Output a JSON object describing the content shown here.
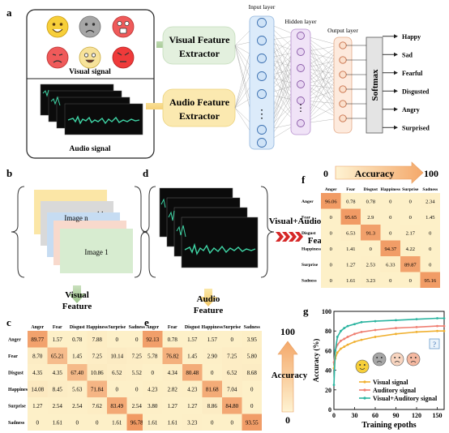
{
  "panels": {
    "a": "a",
    "b": "b",
    "c": "c",
    "d": "d",
    "e": "e",
    "f": "f",
    "g": "g"
  },
  "panel_a": {
    "visual_signal": "Visual signal",
    "audio_signal": "Audio signal",
    "visual_extractor": [
      "Visual Feature",
      "Extractor"
    ],
    "audio_extractor": [
      "Audio Feature",
      "Extractor"
    ],
    "input_layer": "Input layer",
    "hidden_layer": "Hidden layer",
    "output_layer": "Output layer",
    "softmax": "Softmax",
    "outputs": [
      "Happy",
      "Sad",
      "Fearful",
      "Disgusted",
      "Angry",
      "Surprised"
    ],
    "ellipsis": "⋮"
  },
  "panel_b": {
    "image_n": "Image n",
    "image_1": "Image 1",
    "label": [
      "Visual",
      "Feature"
    ]
  },
  "panel_e_label": [
    "Audio",
    "Feature"
  ],
  "fusion": [
    "Visual+Audio",
    "Feature"
  ],
  "accuracy_bar_f": {
    "min": "0",
    "label": "Accuracy",
    "max": "100"
  },
  "accuracy_bar_e": {
    "max": "100",
    "label": "Accuracy",
    "min": "0"
  },
  "confusion_labels": [
    "Anger",
    "Fear",
    "Disgust",
    "Happiness",
    "Surprise",
    "Sadness"
  ],
  "matrix_c": [
    [
      "89.77",
      "1.57",
      "0.78",
      "7.88",
      "0",
      "0"
    ],
    [
      "8.70",
      "65.21",
      "1.45",
      "7.25",
      "10.14",
      "7.25"
    ],
    [
      "4.35",
      "4.35",
      "67.40",
      "10.86",
      "6.52",
      "5.52"
    ],
    [
      "14.08",
      "8.45",
      "5.63",
      "71.84",
      "0",
      "0"
    ],
    [
      "1.27",
      "2.54",
      "2.54",
      "7.62",
      "83.49",
      "2.54"
    ],
    [
      "0",
      "1.61",
      "0",
      "0",
      "1.61",
      "96.78"
    ]
  ],
  "matrix_e": [
    [
      "92.13",
      "0.78",
      "1.57",
      "1.57",
      "0",
      "3.95"
    ],
    [
      "5.78",
      "76.82",
      "1.45",
      "2.90",
      "7.25",
      "5.80"
    ],
    [
      "0",
      "4.34",
      "80.48",
      "0",
      "6.52",
      "8.68"
    ],
    [
      "4.23",
      "2.82",
      "4.23",
      "81.68",
      "7.04",
      "0"
    ],
    [
      "3.80",
      "1.27",
      "1.27",
      "8.86",
      "84.80",
      "0"
    ],
    [
      "1.61",
      "1.61",
      "3.23",
      "0",
      "0",
      "93.55"
    ]
  ],
  "matrix_f": [
    [
      "96.06",
      "0.78",
      "0.78",
      "0",
      "0",
      "2.34"
    ],
    [
      "0",
      "95.65",
      "2.9",
      "0",
      "0",
      "1.45"
    ],
    [
      "0",
      "6.53",
      "91.3",
      "0",
      "2.17",
      "0"
    ],
    [
      "0",
      "1.41",
      "0",
      "94.37",
      "4.22",
      "0"
    ],
    [
      "0",
      "1.27",
      "2.53",
      "6.33",
      "89.87",
      "0"
    ],
    [
      "0",
      "1.61",
      "3.23",
      "0",
      "0",
      "95.16"
    ]
  ],
  "chart_data": {
    "type": "line",
    "xlabel": "Training epoths",
    "ylabel": "Accuracy (%)",
    "xlim": [
      0,
      160
    ],
    "ylim": [
      0,
      100
    ],
    "xticks": [
      0,
      30,
      60,
      90,
      120,
      150
    ],
    "yticks": [
      0,
      20,
      40,
      60,
      80,
      100
    ],
    "legend_position": "bottom-right",
    "series": [
      {
        "name": "Visual signal",
        "color": "#f0b030",
        "x": [
          0,
          2,
          5,
          10,
          15,
          20,
          30,
          40,
          60,
          90,
          120,
          150,
          160
        ],
        "y": [
          42,
          52,
          58,
          62,
          64,
          66,
          69,
          71,
          74,
          77,
          79,
          80,
          80
        ]
      },
      {
        "name": "Auditory signal",
        "color": "#ef7f72",
        "x": [
          0,
          2,
          5,
          10,
          15,
          20,
          30,
          40,
          60,
          90,
          120,
          150,
          160
        ],
        "y": [
          48,
          60,
          66,
          70,
          72,
          74,
          77,
          79,
          81,
          83,
          84,
          85,
          85
        ]
      },
      {
        "name": "Visual+Auditory signal",
        "color": "#2bb4a0",
        "x": [
          0,
          2,
          5,
          10,
          15,
          20,
          30,
          40,
          60,
          90,
          120,
          150,
          160
        ],
        "y": [
          25,
          60,
          74,
          80,
          83,
          85,
          87,
          89,
          90,
          91,
          92,
          93,
          93
        ]
      }
    ]
  },
  "colors": {
    "green_box": "#e3f0de",
    "yellow_box": "#fbe9b0",
    "blue_node": "#cfe3f7",
    "purple_node": "#e8d6f2",
    "orange_node": "#fbe0cc",
    "cm_low": "#fdf0c8",
    "cm_high": "#f0a070"
  }
}
